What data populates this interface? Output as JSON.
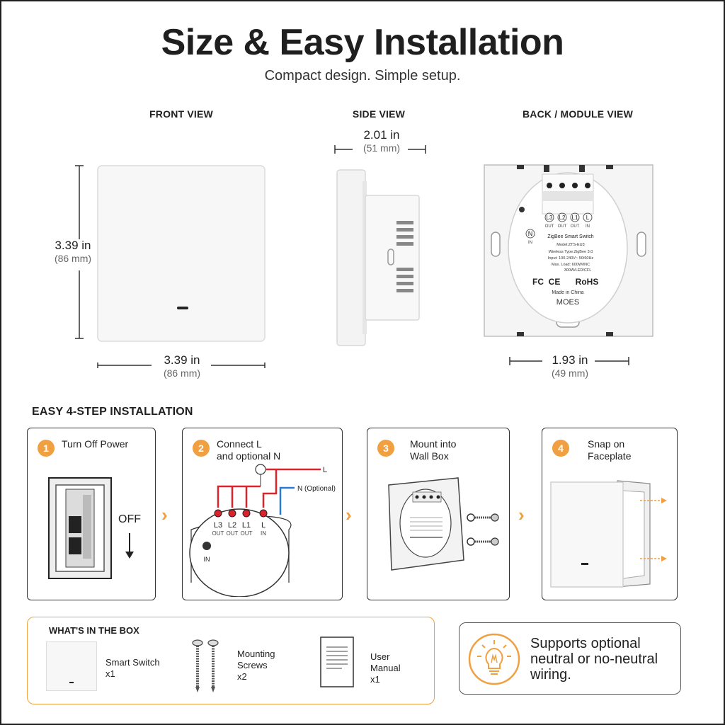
{
  "header": {
    "title": "Size & Easy Installation",
    "subtitle": "Compact design. Simple setup."
  },
  "views": {
    "front": {
      "label": "FRONT VIEW",
      "height_in": "3.39 in",
      "height_mm": "(86 mm)",
      "width_in": "3.39 in",
      "width_mm": "(86 mm)"
    },
    "side": {
      "label": "SIDE VIEW",
      "depth_in": "2.01 in",
      "depth_mm": "(51 mm)"
    },
    "back": {
      "label": "BACK / MODULE VIEW",
      "width_in": "1.93 in",
      "width_mm": "(49 mm)",
      "terminals": [
        "L3",
        "L2",
        "L1",
        "L"
      ],
      "terminal_sub": [
        "OUT",
        "OUT",
        "OUT",
        "IN"
      ],
      "n_label": "N",
      "n_sub": "IN",
      "module_text": [
        "ZigBee Smart Switch",
        "Model:ZTS-EU3",
        "Wireless Type:ZigBee 3.0",
        "Input: 100-240V~ 50/60Hz",
        "Max. Load: 600W/INC",
        "300W/LED/CFL"
      ],
      "cert_fc": "FC",
      "cert_ce": "CE",
      "cert_rohs": "RoHS",
      "made_in": "Made in China",
      "brand": "MOES"
    }
  },
  "installation": {
    "title": "EASY 4-STEP INSTALLATION",
    "steps": [
      {
        "num": "1",
        "line1": "Turn Off Power",
        "line2": ""
      },
      {
        "num": "2",
        "line1": "Connect L",
        "line2": "and optional N"
      },
      {
        "num": "3",
        "line1": "Mount into",
        "line2": "Wall Box"
      },
      {
        "num": "4",
        "line1": "Snap on",
        "line2": "Faceplate"
      }
    ],
    "step1_off": "OFF",
    "wire_l": "L",
    "wire_n": "N (Optional)",
    "terminals": [
      "L3",
      "L2",
      "L1",
      "L"
    ],
    "terminal_sub": [
      "OUT",
      "OUT",
      "OUT",
      "IN"
    ],
    "in_label": "IN",
    "chevron": "›"
  },
  "box": {
    "title": "WHAT'S IN THE BOX",
    "items": [
      {
        "line1": "Smart Switch",
        "line2": "x1"
      },
      {
        "line1": "Mounting",
        "line2": "Screws",
        "line3": "x2"
      },
      {
        "line1": "User",
        "line2": "Manual",
        "line3": "x1"
      }
    ]
  },
  "support": {
    "line1": "Supports optional",
    "line2": "neutral or no-neutral",
    "line3": "wiring."
  },
  "colors": {
    "accent": "#f0a040",
    "wire_live": "#d9232d",
    "wire_neutral": "#2b7bd6"
  }
}
